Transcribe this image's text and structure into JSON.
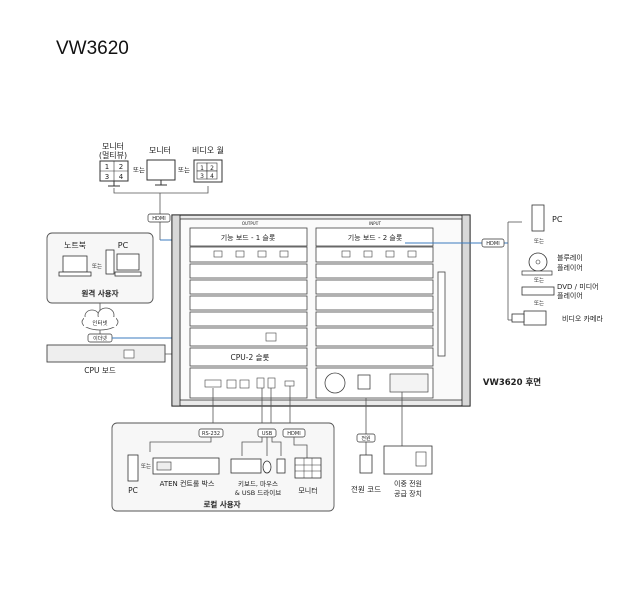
{
  "title": "VW3620",
  "labels": {
    "monitor_multiview": "모니터",
    "multiview": "(멀티뷰)",
    "monitor": "모니터",
    "video_wall": "비디오 월",
    "or": "또는",
    "notebook": "노트북",
    "pc": "PC",
    "remote_user": "원격 사용자",
    "internet": "인터넷",
    "ethernet": "이더넷",
    "cpu_board": "CPU 보드",
    "slot1": "기능 보드 - 1 슬롯",
    "slot2": "기능 보드 - 2 슬롯",
    "cpu_slot": "CPU-2 슬롯",
    "output": "OUTPUT",
    "input": "INPUT",
    "rear": "VW3620 후면",
    "hdmi": "HDMI",
    "rs232": "RS-232",
    "usb": "USB",
    "power": "전원",
    "power_cord": "전원 코드",
    "psu_line1": "이중 전원",
    "psu_line2": "공급 장치",
    "bluray_line1": "블루레이",
    "bluray_line2": "플레이어",
    "dvd_line1": "DVD / 미디어",
    "dvd_line2": "플레이어",
    "video_camera": "비디오 카메라",
    "aten_box": "ATEN 컨트롤 박스",
    "kbd_line1": "키보드, 마우스",
    "kbd_line2": "& USB 드라이브",
    "local_user": "로컬 사용자"
  },
  "mv_digits": [
    "1",
    "2",
    "3",
    "4"
  ],
  "colors": {
    "line": "#555555",
    "blue": "#3b7bbf",
    "box": "#f2f2f2",
    "dark": "#333333"
  }
}
